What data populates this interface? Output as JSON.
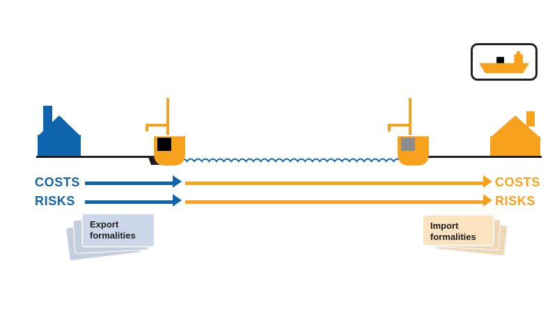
{
  "labels": {
    "costs_left": "COSTS",
    "risks_left": "RISKS",
    "costs_right": "COSTS",
    "risks_right": "RISKS",
    "export_formalities": "Export formalities",
    "import_formalities": "Import formalities"
  },
  "icons": {
    "legend_ship": "cargo-ship-icon",
    "left_building": "factory-icon",
    "right_building": "warehouse-icon",
    "left_crane": "crane-icon",
    "right_crane": "crane-icon",
    "left_ship": "ship-with-container-icon",
    "right_ship": "ship-with-container-icon",
    "water": "water-wave-icon",
    "export_documents": "documents-stack-icon",
    "import_documents": "documents-stack-icon"
  },
  "colors": {
    "blue": "#0f65ad",
    "orange": "#f7a11d",
    "dark": "#1d1d1b",
    "paper-blue": "#ccd8ea",
    "paper-orange": "#fce3c0",
    "container-black": "#000000",
    "container-gray": "#8d8d8d"
  }
}
